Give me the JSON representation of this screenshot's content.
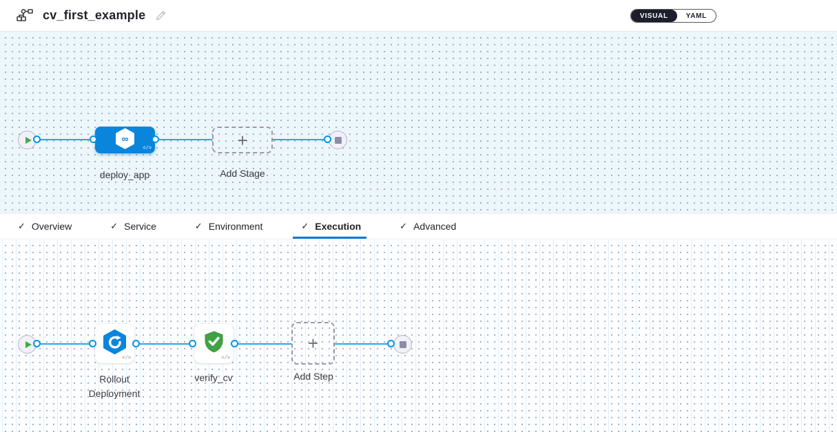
{
  "header": {
    "title": "cv_first_example",
    "toggle": {
      "visual_label": "VISUAL",
      "yaml_label": "YAML",
      "selected": "VISUAL"
    }
  },
  "tabs": {
    "check_glyph": "✓",
    "items": [
      {
        "label": "Overview",
        "checked": true,
        "active": false
      },
      {
        "label": "Service",
        "checked": true,
        "active": false
      },
      {
        "label": "Environment",
        "checked": true,
        "active": false
      },
      {
        "label": "Execution",
        "checked": true,
        "active": true
      },
      {
        "label": "Advanced",
        "checked": true,
        "active": false
      }
    ],
    "active_tab": "Execution"
  },
  "stage_flow": {
    "stage_label": "deploy_app",
    "add_stage_label": "Add Stage",
    "plus_glyph": "+",
    "infinity_glyph": "∞",
    "code_glyph": "</>"
  },
  "execution_flow": {
    "step1_line1": "Rollout",
    "step1_line2": "Deployment",
    "step2_label": "verify_cv",
    "add_step_label": "Add Step",
    "plus_glyph": "+",
    "code_glyph": "</>"
  },
  "colors": {
    "accent_blue": "#0278d5",
    "node_blue": "#0a85dc",
    "edge_blue": "#24a7e6",
    "port_blue": "#0293e4",
    "success_green": "#3fa343",
    "toggle_dark": "#1d1d2b",
    "canvas_blue_bg": "#edf6fa"
  }
}
